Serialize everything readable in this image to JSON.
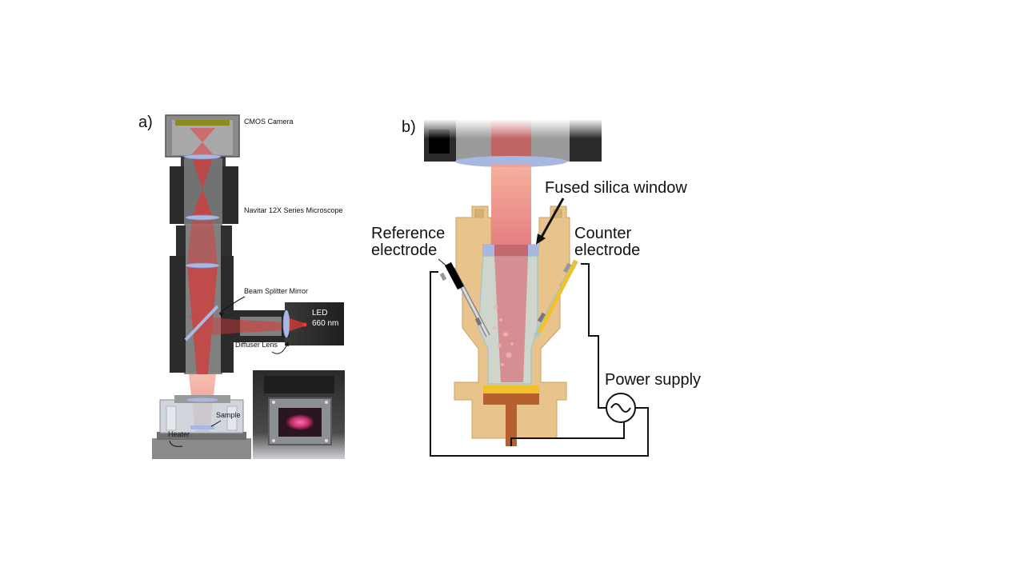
{
  "panel_a": {
    "label": "a)",
    "camera_label": "CMOS Camera",
    "microscope_label": "Navitar 12X Series Microscope",
    "beam_splitter_label": "Beam Splitter Mirror",
    "led_label_1": "LED",
    "led_label_2": "660 nm",
    "diffuser_label": "Diffuser Lens",
    "sample_label": "Sample",
    "heater_label": "Heater"
  },
  "panel_b": {
    "label": "b)",
    "window_label": "Fused silica window",
    "reference_label_1": "Reference",
    "reference_label_2": "electrode",
    "counter_label_1": "Counter",
    "counter_label_2": "electrode",
    "power_label": "Power supply"
  },
  "colors": {
    "beam_red": "#d63a3a",
    "brass": "#e8c48c",
    "brass_dark": "#c9a060",
    "copper": "#b5602e",
    "lens_blue": "#a8b8e0",
    "gold": "#f2c02a",
    "body_dark": "#2b2b2b"
  }
}
